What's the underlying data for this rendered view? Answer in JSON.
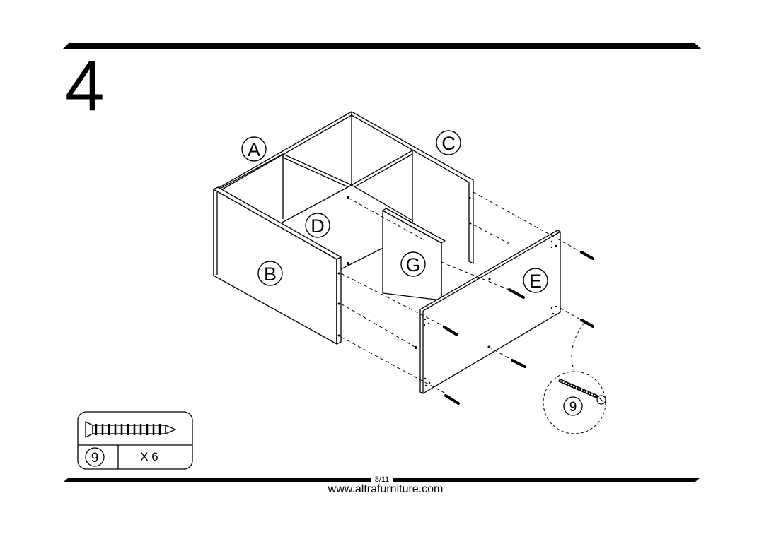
{
  "step": {
    "number": "4"
  },
  "parts": {
    "A": "A",
    "B": "B",
    "C": "C",
    "D": "D",
    "E": "E",
    "G": "G"
  },
  "hardware": {
    "part_number": "9",
    "quantity": "X 6",
    "detail_number": "9",
    "icon": "screw-icon"
  },
  "footer": {
    "page": "8/11",
    "website": "www.altrafurniture.com"
  }
}
